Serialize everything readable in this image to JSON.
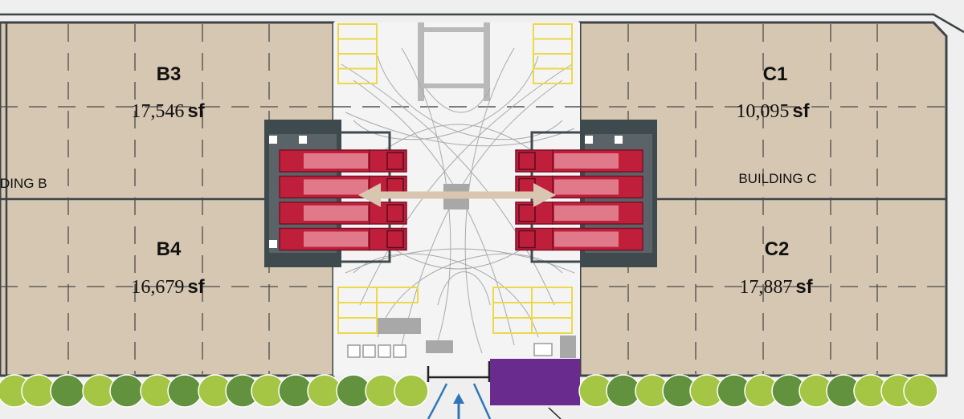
{
  "colors": {
    "building_fill": "#d6c7b2",
    "outline": "#3d4448",
    "yard_fill": "#f4f4f4",
    "stall_yellow": "#ecd94a",
    "truck_red": "#c01f3c",
    "truck_light": "#e07a8a",
    "dock_dark": "#3f4a4e",
    "arrow_beige": "#d8c6b0",
    "purple_block": "#6a2b8f",
    "tree_light": "#a4c644",
    "tree_dark": "#62923e",
    "entry_blue": "#2f76b8"
  },
  "buildings": {
    "b_label": "DING B",
    "c_label": "BUILDING C"
  },
  "suites": {
    "b3": {
      "name": "B3",
      "number": "17,546",
      "unit": "sf"
    },
    "b4": {
      "name": "B4",
      "number": "16,679",
      "unit": "sf"
    },
    "c1": {
      "name": "C1",
      "number": "10,095",
      "unit": "sf"
    },
    "c2": {
      "name": "C2",
      "number": "17,887",
      "unit": "sf"
    }
  },
  "icons": {
    "entry": "entry-arrow-icon",
    "truck_movement": "double-arrow-icon",
    "trees": "tree-icon"
  }
}
